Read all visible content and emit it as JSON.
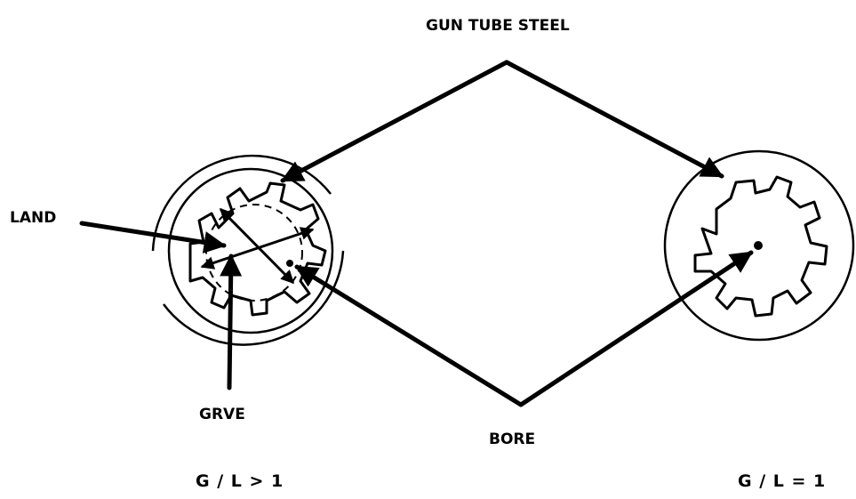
{
  "labels": {
    "top": "GUN TUBE STEEL",
    "land": "LAND",
    "groove": "GRVE",
    "bore": "BORE",
    "left_ratio": "G / L > 1",
    "right_ratio": "G / L = 1"
  },
  "colors": {
    "ink": "#000000",
    "paper": "#ffffff"
  }
}
